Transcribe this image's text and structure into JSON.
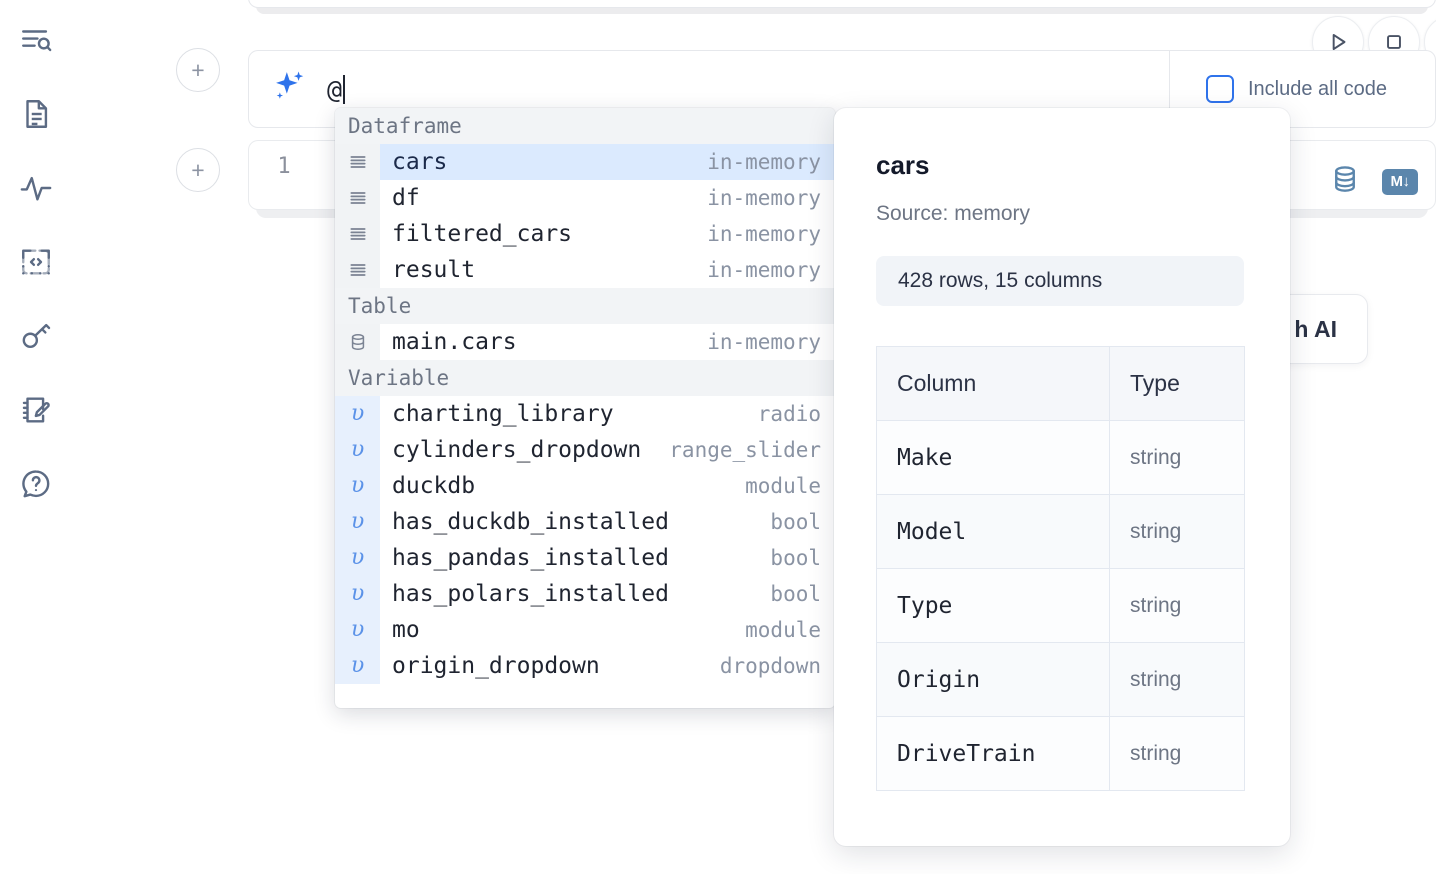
{
  "app": {
    "accent_blue": "#2f73eb",
    "sparkle_color": "#2f73eb",
    "cell_icon_color": "#5b86ac",
    "selected_row_bg": "#dbeafe"
  },
  "rail": {
    "items": [
      {
        "icon": "outline-search-icon",
        "label": "Outline"
      },
      {
        "icon": "document-icon",
        "label": "Documentation"
      },
      {
        "icon": "activity-icon",
        "label": "Activity"
      },
      {
        "icon": "code-snippet-icon",
        "label": "Snippets"
      },
      {
        "icon": "key-icon",
        "label": "Secrets"
      },
      {
        "icon": "notebook-edit-icon",
        "label": "Scratchpad"
      },
      {
        "icon": "help-chat-icon",
        "label": "Help"
      }
    ]
  },
  "toolbar": {
    "run_label": "Run",
    "stop_label": "Interrupt",
    "more_label": "More",
    "add_cell_label": "+"
  },
  "ai_prompt": {
    "value": "@",
    "placeholder": "Generate with AI",
    "sparkle_icon": "sparkle-icon",
    "include_all_code_label": "Include all code",
    "include_all_code_checked": false
  },
  "cell": {
    "line_number": "1",
    "database_icon": "database-icon",
    "markdown_icon": "markdown-icon",
    "markdown_badge_label": "M"
  },
  "ai_hint_card": {
    "label": "h AI"
  },
  "autocomplete": {
    "groups": [
      {
        "title": "Dataframe",
        "icon": "dataframe-icon",
        "gutter_class": "g-df",
        "items": [
          {
            "name": "cars",
            "type": "in-memory",
            "selected": true
          },
          {
            "name": "df",
            "type": "in-memory",
            "selected": false
          },
          {
            "name": "filtered_cars",
            "type": "in-memory",
            "selected": false
          },
          {
            "name": "result",
            "type": "in-memory",
            "selected": false
          }
        ]
      },
      {
        "title": "Table",
        "icon": "table-db-icon",
        "gutter_class": "g-tbl",
        "items": [
          {
            "name": "main.cars",
            "type": "in-memory",
            "selected": false
          }
        ]
      },
      {
        "title": "Variable",
        "icon": "variable-icon",
        "gutter_class": "g-var",
        "items": [
          {
            "name": "charting_library",
            "type": "radio",
            "selected": false
          },
          {
            "name": "cylinders_dropdown",
            "type": "range_slider",
            "selected": false
          },
          {
            "name": "duckdb",
            "type": "module",
            "selected": false
          },
          {
            "name": "has_duckdb_installed",
            "type": "bool",
            "selected": false
          },
          {
            "name": "has_pandas_installed",
            "type": "bool",
            "selected": false
          },
          {
            "name": "has_polars_installed",
            "type": "bool",
            "selected": false
          },
          {
            "name": "mo",
            "type": "module",
            "selected": false
          },
          {
            "name": "origin_dropdown",
            "type": "dropdown",
            "selected": false
          }
        ]
      }
    ]
  },
  "preview": {
    "title": "cars",
    "source": "Source: memory",
    "stats": "428 rows, 15 columns",
    "columns_header": [
      "Column",
      "Type"
    ],
    "rows": [
      {
        "column": "Make",
        "type": "string"
      },
      {
        "column": "Model",
        "type": "string"
      },
      {
        "column": "Type",
        "type": "string"
      },
      {
        "column": "Origin",
        "type": "string"
      },
      {
        "column": "DriveTrain",
        "type": "string"
      }
    ]
  }
}
